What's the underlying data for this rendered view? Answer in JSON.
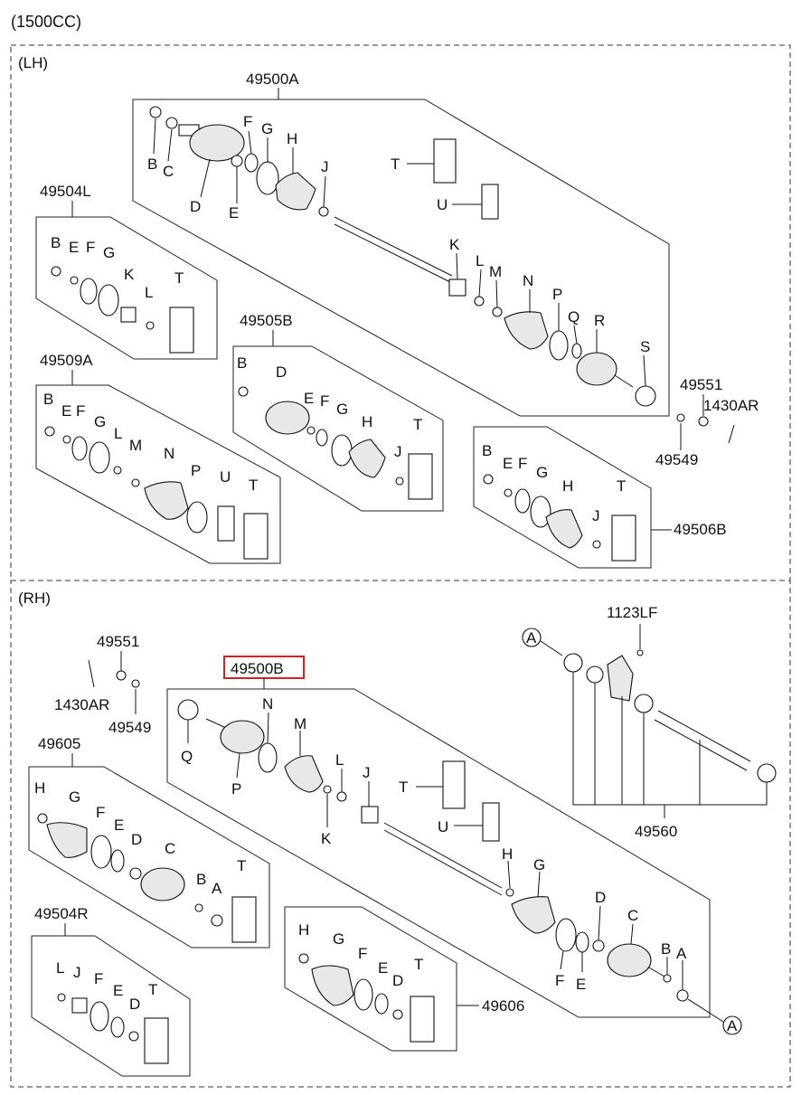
{
  "engine": "(1500CC)",
  "sections": {
    "lh": "(LH)",
    "rh": "(RH)"
  },
  "assemblies": {
    "a49500A": "49500A",
    "a49504L": "49504L",
    "a49505B": "49505B",
    "a49509A": "49509A",
    "a49506B": "49506B",
    "a49500B": "49500B",
    "a49605": "49605",
    "a49504R": "49504R",
    "a49606": "49606",
    "a49560": "49560"
  },
  "fasteners": {
    "p49551": "49551",
    "p1430AR": "1430AR",
    "p49549": "49549",
    "p1123LF": "1123LF"
  },
  "refs": {
    "A": "A"
  },
  "letters": {
    "A": "A",
    "B": "B",
    "C": "C",
    "D": "D",
    "E": "E",
    "F": "F",
    "G": "G",
    "H": "H",
    "J": "J",
    "K": "K",
    "L": "L",
    "M": "M",
    "N": "N",
    "P": "P",
    "Q": "Q",
    "R": "R",
    "S": "S",
    "T": "T",
    "U": "U"
  },
  "highlight_color": "#d62020",
  "highlighted_part": "49500B"
}
